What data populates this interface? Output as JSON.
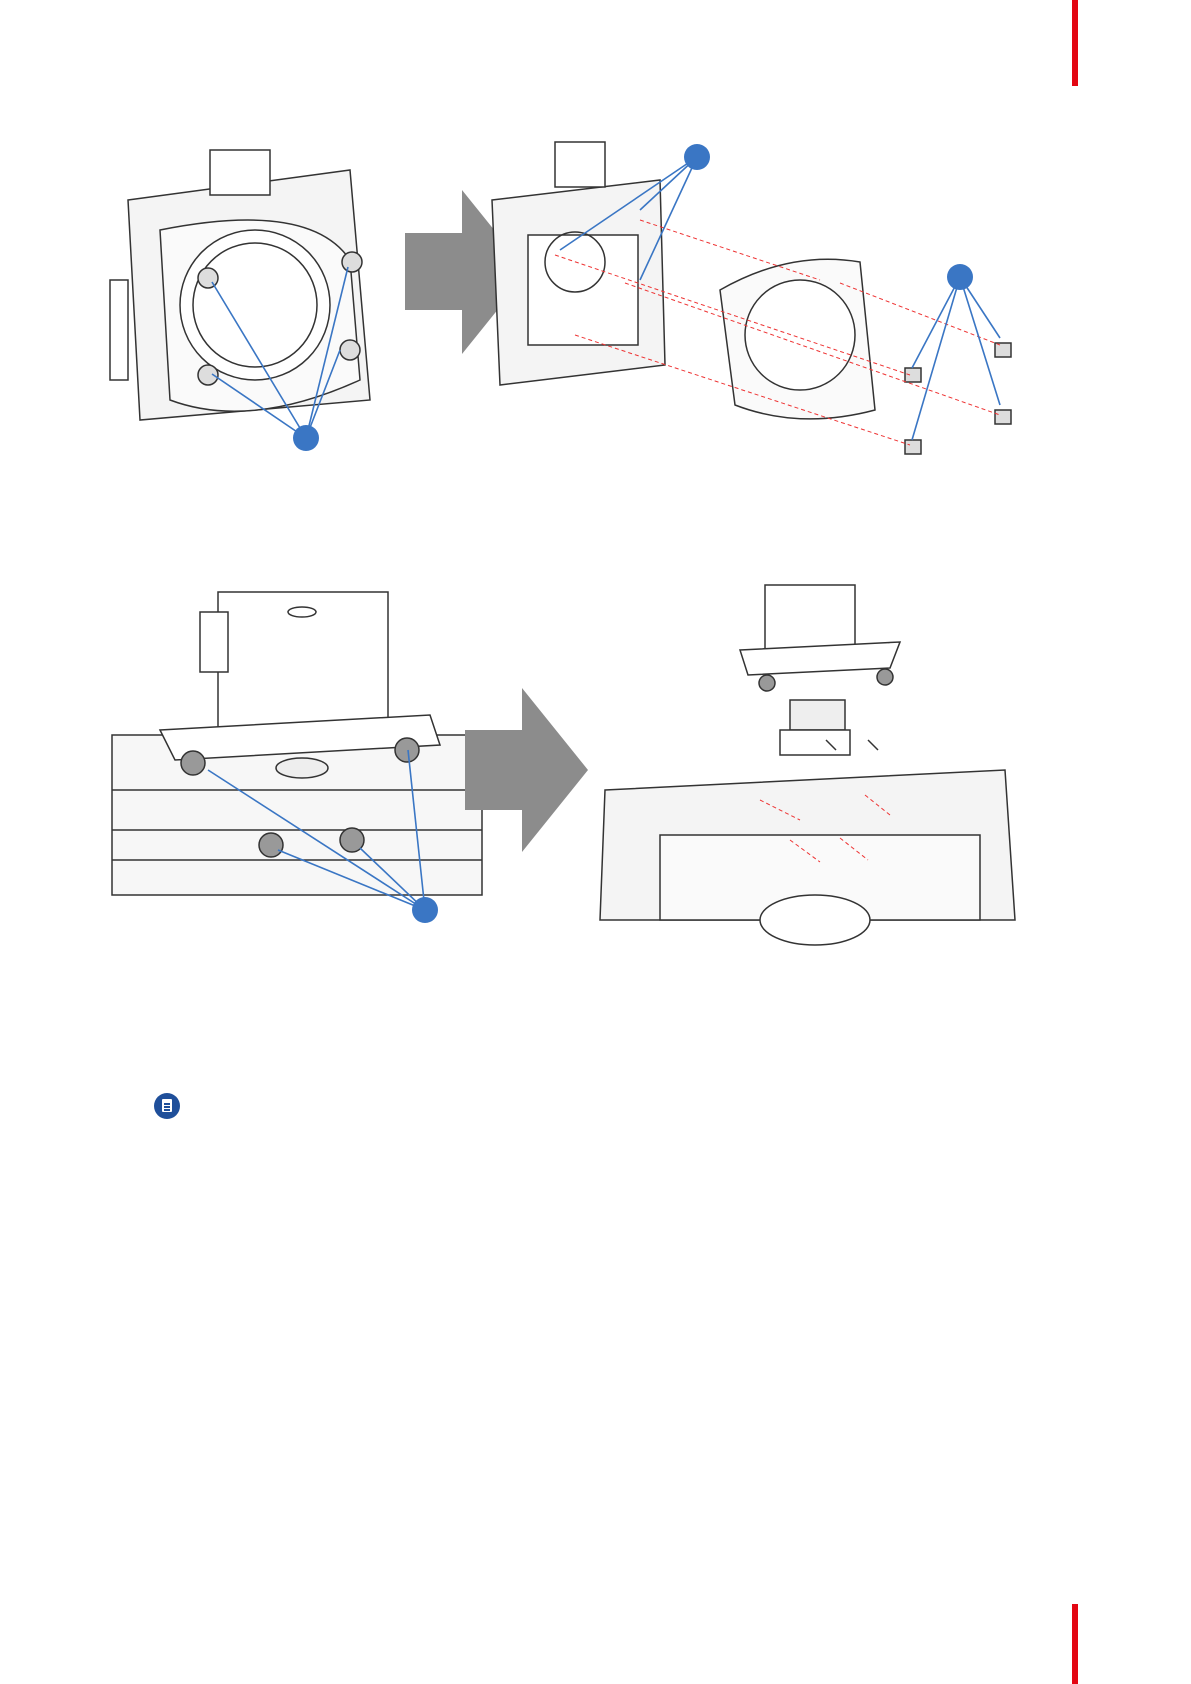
{
  "page": {
    "accent_color": "#e30613",
    "callout_color": "#3a76c4"
  },
  "figures": [
    {
      "id": "lens-holder-removal",
      "panels": [
        "lens-holder-assembled",
        "lens-holder-exploded"
      ],
      "callout_count": 3
    },
    {
      "id": "motor-removal",
      "panels": [
        "motor-mounted-closeup",
        "motor-exploded"
      ],
      "callout_count": 1
    }
  ],
  "note": {
    "icon": "note-icon"
  }
}
